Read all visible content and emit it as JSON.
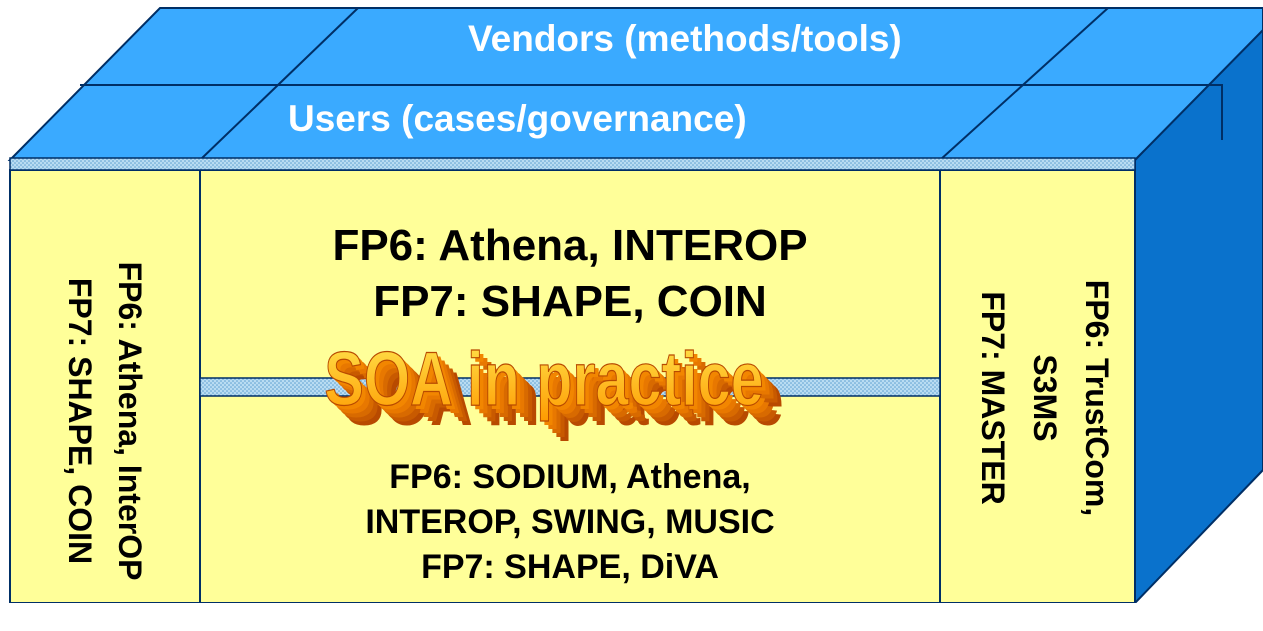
{
  "layers": {
    "vendors": "Vendors (methods/tools)",
    "users": "Users (cases/governance)"
  },
  "left_panel": {
    "line1": "FP6: Athena, InterOP",
    "line2": "FP7: SHAPE, COIN"
  },
  "center_top": {
    "line1": "FP6: Athena, INTEROP",
    "line2": "FP7: SHAPE, COIN"
  },
  "center_bottom": {
    "line1": "FP6: SODIUM, Athena,",
    "line2": "INTEROP, SWING, MUSIC",
    "line3": "FP7: SHAPE, DiVA"
  },
  "right_panel": {
    "line1": "FP6: TrustCom,",
    "line2": "S3MS",
    "line3": "FP7: MASTER"
  },
  "wordart": "SOA in practice",
  "colors": {
    "top_face": "#3aaaff",
    "side_face": "#0a72cc",
    "front_face": "#ffff99",
    "divider_band": "#a9d4f0",
    "wordart_fill": "#ffcc00",
    "wordart_shadow": "#b84a00"
  }
}
